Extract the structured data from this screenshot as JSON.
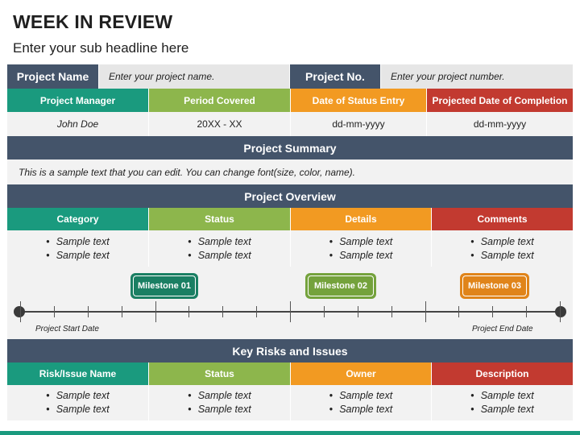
{
  "header": {
    "title": "WEEK IN REVIEW",
    "subtitle": "Enter your sub headline here"
  },
  "project": {
    "name_label": "Project Name",
    "name_value": "Enter your project name.",
    "no_label": "Project No.",
    "no_value": "Enter your project number."
  },
  "status_headers": [
    "Project Manager",
    "Period Covered",
    "Date of Status Entry",
    "Projected Date of Completion"
  ],
  "status_values": [
    "John Doe",
    "20XX - XX",
    "dd-mm-yyyy",
    "dd-mm-yyyy"
  ],
  "summary": {
    "heading": "Project Summary",
    "text": "This is a sample text that you can edit. You can change font(size, color, name)."
  },
  "overview": {
    "heading": "Project Overview",
    "columns": [
      "Category",
      "Status",
      "Details",
      "Comments"
    ],
    "bullets": [
      [
        "Sample text",
        "Sample text"
      ],
      [
        "Sample text",
        "Sample text"
      ],
      [
        "Sample text",
        "Sample text"
      ],
      [
        "Sample text",
        "Sample text"
      ]
    ]
  },
  "timeline": {
    "milestones": [
      "Milestone 01",
      "Milestone 02",
      "Milestone 03"
    ],
    "start_label": "Project Start Date",
    "end_label": "Project End Date",
    "colors": {
      "m1": "#1a7f63",
      "m2": "#74a23c",
      "m3": "#e0841a"
    }
  },
  "risks": {
    "heading": "Key Risks and Issues",
    "columns": [
      "Risk/Issue Name",
      "Status",
      "Owner",
      "Description"
    ],
    "bullets": [
      [
        "Sample text",
        "Sample text"
      ],
      [
        "Sample text",
        "Sample text"
      ],
      [
        "Sample text",
        "Sample text"
      ],
      [
        "Sample text",
        "Sample text"
      ]
    ]
  },
  "colors": {
    "dark": "#44546a",
    "teal": "#1a9a7e",
    "green": "#8db64c",
    "orange": "#f29a22",
    "red": "#c23a30"
  }
}
